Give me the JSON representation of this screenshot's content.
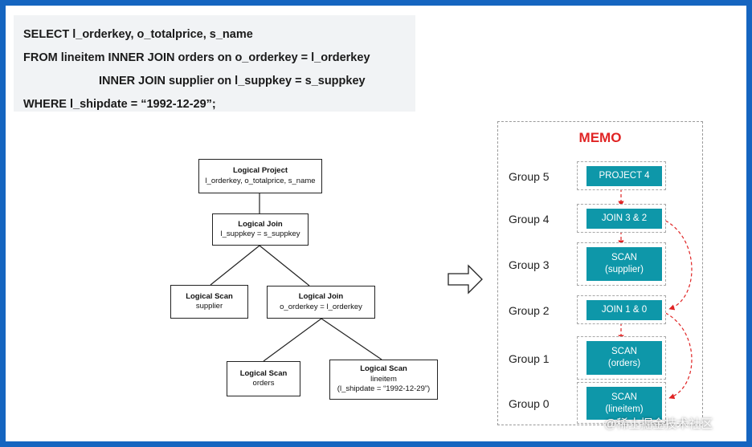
{
  "sql": {
    "line1": "SELECT l_orderkey, o_totalprice, s_name",
    "line2": "FROM lineitem INNER JOIN orders on o_orderkey = l_orderkey",
    "line3": "INNER JOIN supplier on l_suppkey = s_suppkey",
    "line4": "WHERE l_shipdate = “1992-12-29”;"
  },
  "tree": {
    "project": {
      "title": "Logical Project",
      "detail": "l_orderkey, o_totalprice, s_name"
    },
    "join_top": {
      "title": "Logical Join",
      "detail": "l_suppkey = s_suppkey"
    },
    "scan_supplier": {
      "title": "Logical Scan",
      "detail": "supplier"
    },
    "join_bottom": {
      "title": "Logical Join",
      "detail": "o_orderkey = l_orderkey"
    },
    "scan_orders": {
      "title": "Logical Scan",
      "detail": "orders"
    },
    "scan_lineitem": {
      "title": "Logical Scan",
      "detail": "lineitem",
      "detail2": "(l_shipdate = “1992-12-29”)"
    }
  },
  "memo": {
    "title": "MEMO",
    "groups": [
      {
        "label": "Group 5",
        "op": "PROJECT 4",
        "op2": ""
      },
      {
        "label": "Group 4",
        "op": "JOIN 3 & 2",
        "op2": ""
      },
      {
        "label": "Group 3",
        "op": "SCAN",
        "op2": "(supplier)"
      },
      {
        "label": "Group 2",
        "op": "JOIN 1 & 0",
        "op2": ""
      },
      {
        "label": "Group 1",
        "op": "SCAN",
        "op2": "(orders)"
      },
      {
        "label": "Group 0",
        "op": "SCAN",
        "op2": "(lineitem)"
      }
    ]
  },
  "watermark": "@稀土掘金技术社区",
  "colors": {
    "background": "#1565c0",
    "memo_title": "#e02424",
    "operator_fill": "#0e97a9",
    "arrow": "#e02424"
  }
}
